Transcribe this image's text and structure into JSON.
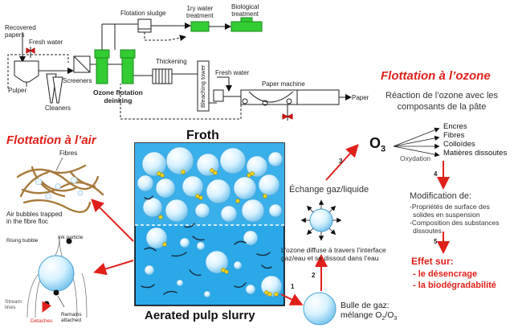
{
  "process_flow": {
    "recovered_papers": [
      "Recovered",
      "papers"
    ],
    "fresh_water_1": "Fresh water",
    "pulper": "Pulper",
    "screeners": "Screeners",
    "cleaners": "Cleaners",
    "flotation_sludge": "Flotation sludge",
    "water_treatment_1": [
      "1ry water",
      "treatment"
    ],
    "biological_treatment": [
      "Biological",
      "treatment"
    ],
    "ozone_flotation_deinking": [
      "Ozone flotation",
      "deinking"
    ],
    "thickening": "Thickening",
    "bleaching_tower": "Bleaching tower",
    "fresh_water_2": "Fresh water",
    "paper_machine": "Paper machine",
    "paper": "Paper"
  },
  "ozone_section": {
    "title": "Flottation à l’ozone",
    "reaction": [
      "Réaction de l’ozone avec les",
      "composants de la pâte"
    ],
    "o3": "O",
    "o3_sub": "3",
    "components": [
      "Encres",
      "Fibres",
      "Colloïdes",
      "Matières dissoutes"
    ],
    "oxydation": "Oxydation",
    "step4": "4",
    "modification_title": "Modification de:",
    "modification_items": [
      [
        "-Propriétés de surface des",
        "solides en suspension"
      ],
      [
        "-Composition des substances",
        "dissoutes"
      ]
    ],
    "step5": "5",
    "effet_title": "Effet sur:",
    "effet_items": [
      "- le désencrage",
      "- la biodégradabilité"
    ]
  },
  "air_section": {
    "title": "Flottation à l’air",
    "fibres": "Fibres",
    "air_bubbles": [
      "Air bubbles trapped",
      "in the fibre floc"
    ],
    "rising_bubble": "Rising bubble",
    "ink_particle": "Ink particle",
    "stream_lines": [
      "Stream",
      "lines"
    ],
    "detaches": "Detaches",
    "remains_attached": [
      "Remains",
      "attached"
    ]
  },
  "cell": {
    "froth": "Froth",
    "slurry": "Aerated pulp slurry"
  },
  "gas": {
    "echange": "Échange gaz/liquide",
    "step3": "3",
    "step2": "2",
    "step1": "1",
    "diffuse": [
      "L’ozone diffuse à travers l’interface",
      "gaz/eau et se dissout dans l’eau"
    ],
    "bulle": "Bulle de gaz:",
    "melange_prefix": "mélange O",
    "melange_sub1": "2",
    "melange_mid": "/O",
    "melange_sub2": "3"
  },
  "colors": {
    "accent_red": "#e0201b",
    "equipment_green": "#33cc33",
    "water_blue": "#29a6e6",
    "froth_blue": "#3aaee8"
  }
}
